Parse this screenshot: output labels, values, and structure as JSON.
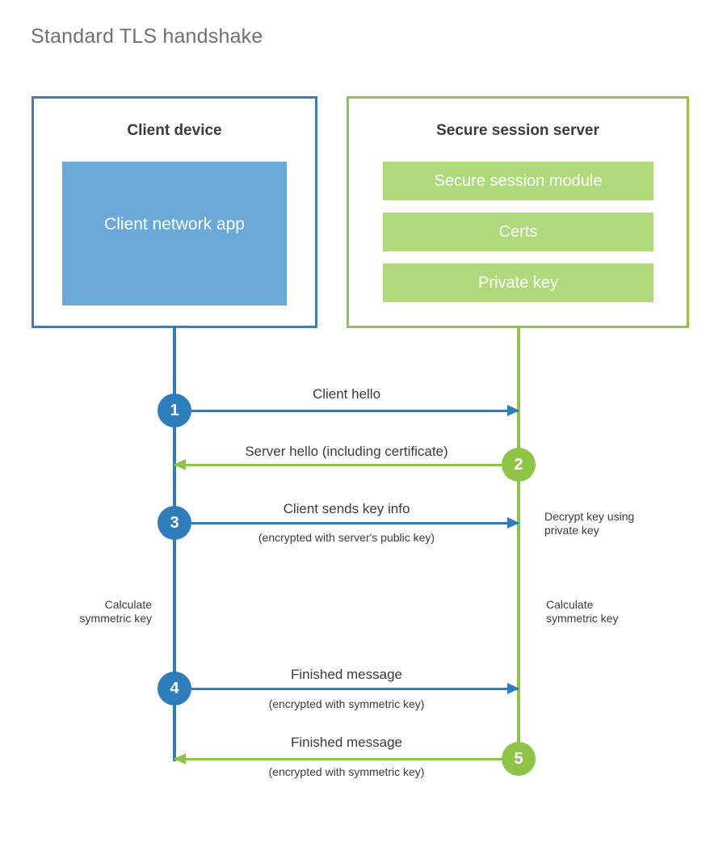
{
  "title": "Standard TLS handshake",
  "colors": {
    "client_accent": "#2e7ebb",
    "client_border": "#3a7ebf",
    "client_block_fill": "#6aa8d8",
    "server_accent": "#8ec549",
    "server_border": "#8ec549",
    "server_bar_fill": "#afd97a",
    "title_text": "#6f7072",
    "body_text": "#3b3b3d"
  },
  "client": {
    "title": "Client device",
    "app_label": "Client network app"
  },
  "server": {
    "title": "Secure session server",
    "bars": [
      {
        "label": "Secure session module"
      },
      {
        "label": "Certs"
      },
      {
        "label": "Private key"
      }
    ]
  },
  "steps": [
    {
      "number": "1",
      "label": "Client hello",
      "sublabel": "",
      "direction": "client-to-server",
      "color": "#2e7ebb"
    },
    {
      "number": "2",
      "label": "Server hello (including certificate)",
      "sublabel": "",
      "direction": "server-to-client",
      "color": "#8ec549"
    },
    {
      "number": "3",
      "label": "Client sends key info",
      "sublabel": "(encrypted with server's public key)",
      "direction": "client-to-server",
      "color": "#2e7ebb"
    },
    {
      "number": "4",
      "label": "Finished message",
      "sublabel": "(encrypted with symmetric key)",
      "direction": "client-to-server",
      "color": "#2e7ebb"
    },
    {
      "number": "5",
      "label": "Finished message",
      "sublabel": "(encrypted with symmetric key)",
      "direction": "server-to-client",
      "color": "#8ec549"
    }
  ],
  "notes": {
    "server_decrypt": "Decrypt key using\nprivate key",
    "client_calculate": "Calculate\nsymmetric key",
    "server_calculate": "Calculate\nsymmetric key"
  }
}
